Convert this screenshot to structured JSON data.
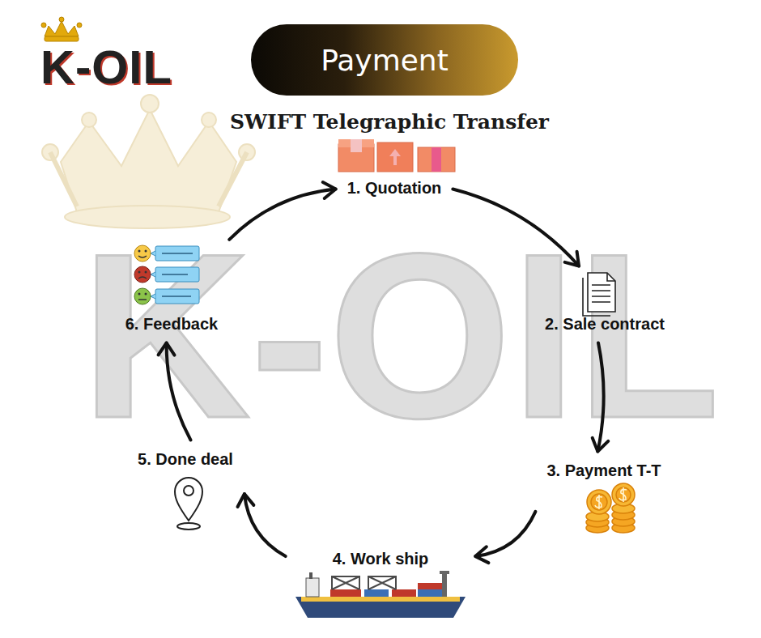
{
  "diagram": {
    "title": "Payment",
    "nodes": [
      {
        "text": [
          "1. Quotation"
        ]
      },
      {
        "text": [
          "2. Sale contract"
        ]
      },
      {
        "text": [
          "3. Payment T-T"
        ]
      },
      {
        "text": [
          "4. Work ship"
        ]
      },
      {
        "text": [
          "5. Done deal"
        ]
      },
      {
        "text": [
          "6. Feedback"
        ]
      }
    ],
    "edges": [
      {
        "from": 0,
        "to": 1,
        "arrow": "to"
      },
      {
        "from": 1,
        "to": 2,
        "arrow": "to"
      },
      {
        "from": 2,
        "to": 3,
        "arrow": "to"
      },
      {
        "from": 3,
        "to": 4,
        "arrow": "to"
      },
      {
        "from": 4,
        "to": 5,
        "arrow": "to"
      },
      {
        "from": 5,
        "to": 0,
        "arrow": "to"
      }
    ],
    "labels": [
      "K-OIL",
      "SWIFT Telegraphic Transfer",
      "K-OIL"
    ]
  }
}
